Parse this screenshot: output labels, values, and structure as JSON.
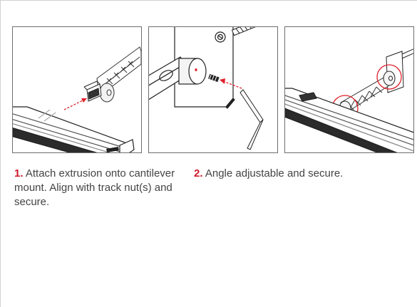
{
  "steps": [
    {
      "number": "1.",
      "text": "Attach extrusion onto cantilever mount. Align with track nut(s) and secure."
    },
    {
      "number": "2.",
      "text": "Angle adjustable and secure."
    }
  ],
  "colors": {
    "accent": "#d0182a",
    "text": "#444444",
    "panel_border": "#6e6e6e",
    "arrow": "#e0202a"
  },
  "illustrations": [
    "extrusion-attach-illustration",
    "angle-screw-illustration",
    "secured-assembly-illustration"
  ]
}
